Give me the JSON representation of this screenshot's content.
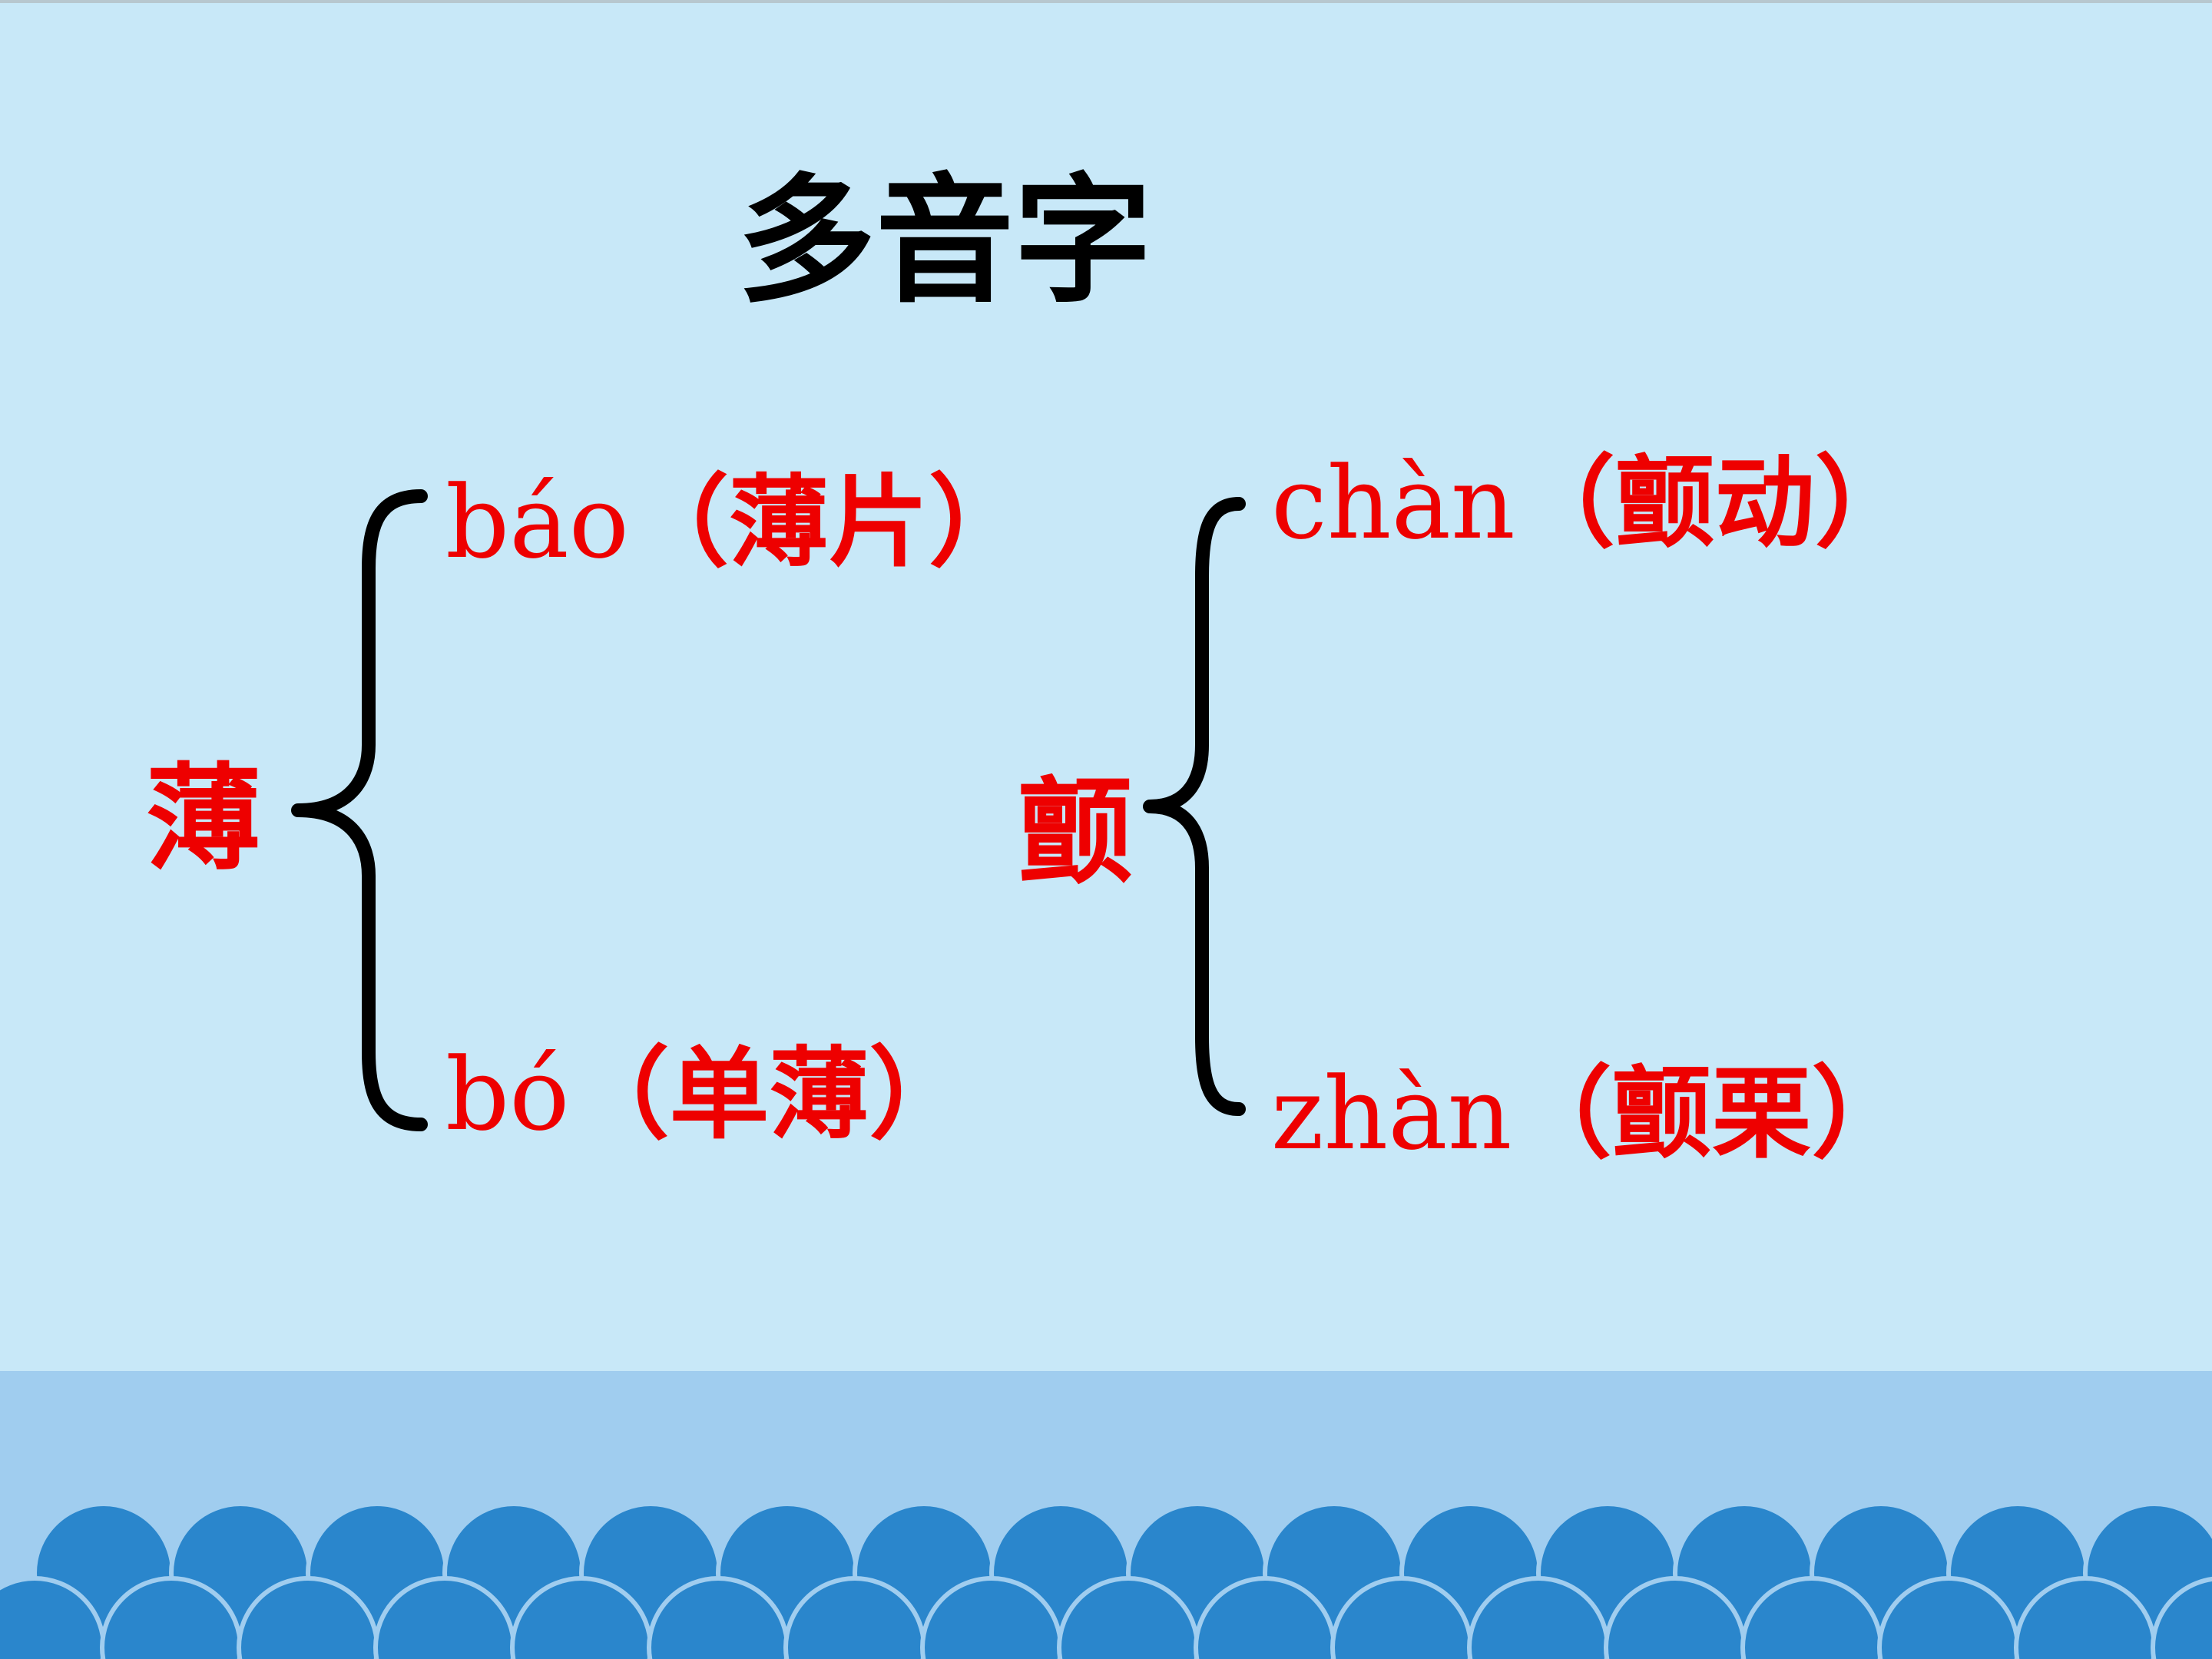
{
  "title": "多音字",
  "groups": [
    {
      "char": "薄",
      "readings": [
        {
          "pinyin": "báo",
          "word": "（薄片）"
        },
        {
          "pinyin": "bó",
          "word": "（单薄）"
        }
      ]
    },
    {
      "char": "颤",
      "readings": [
        {
          "pinyin": "chàn",
          "word": "（颤动）"
        },
        {
          "pinyin": "zhàn",
          "word": "（颤栗）"
        }
      ]
    }
  ],
  "colors": {
    "background": "#c8e8f8",
    "text_accent": "#ee0000",
    "title": "#000000",
    "band": "#a0cdef",
    "wave": "#2a86cc"
  },
  "decoration_icons": [
    "curly-brace-icon",
    "wave-scallop-icon"
  ]
}
